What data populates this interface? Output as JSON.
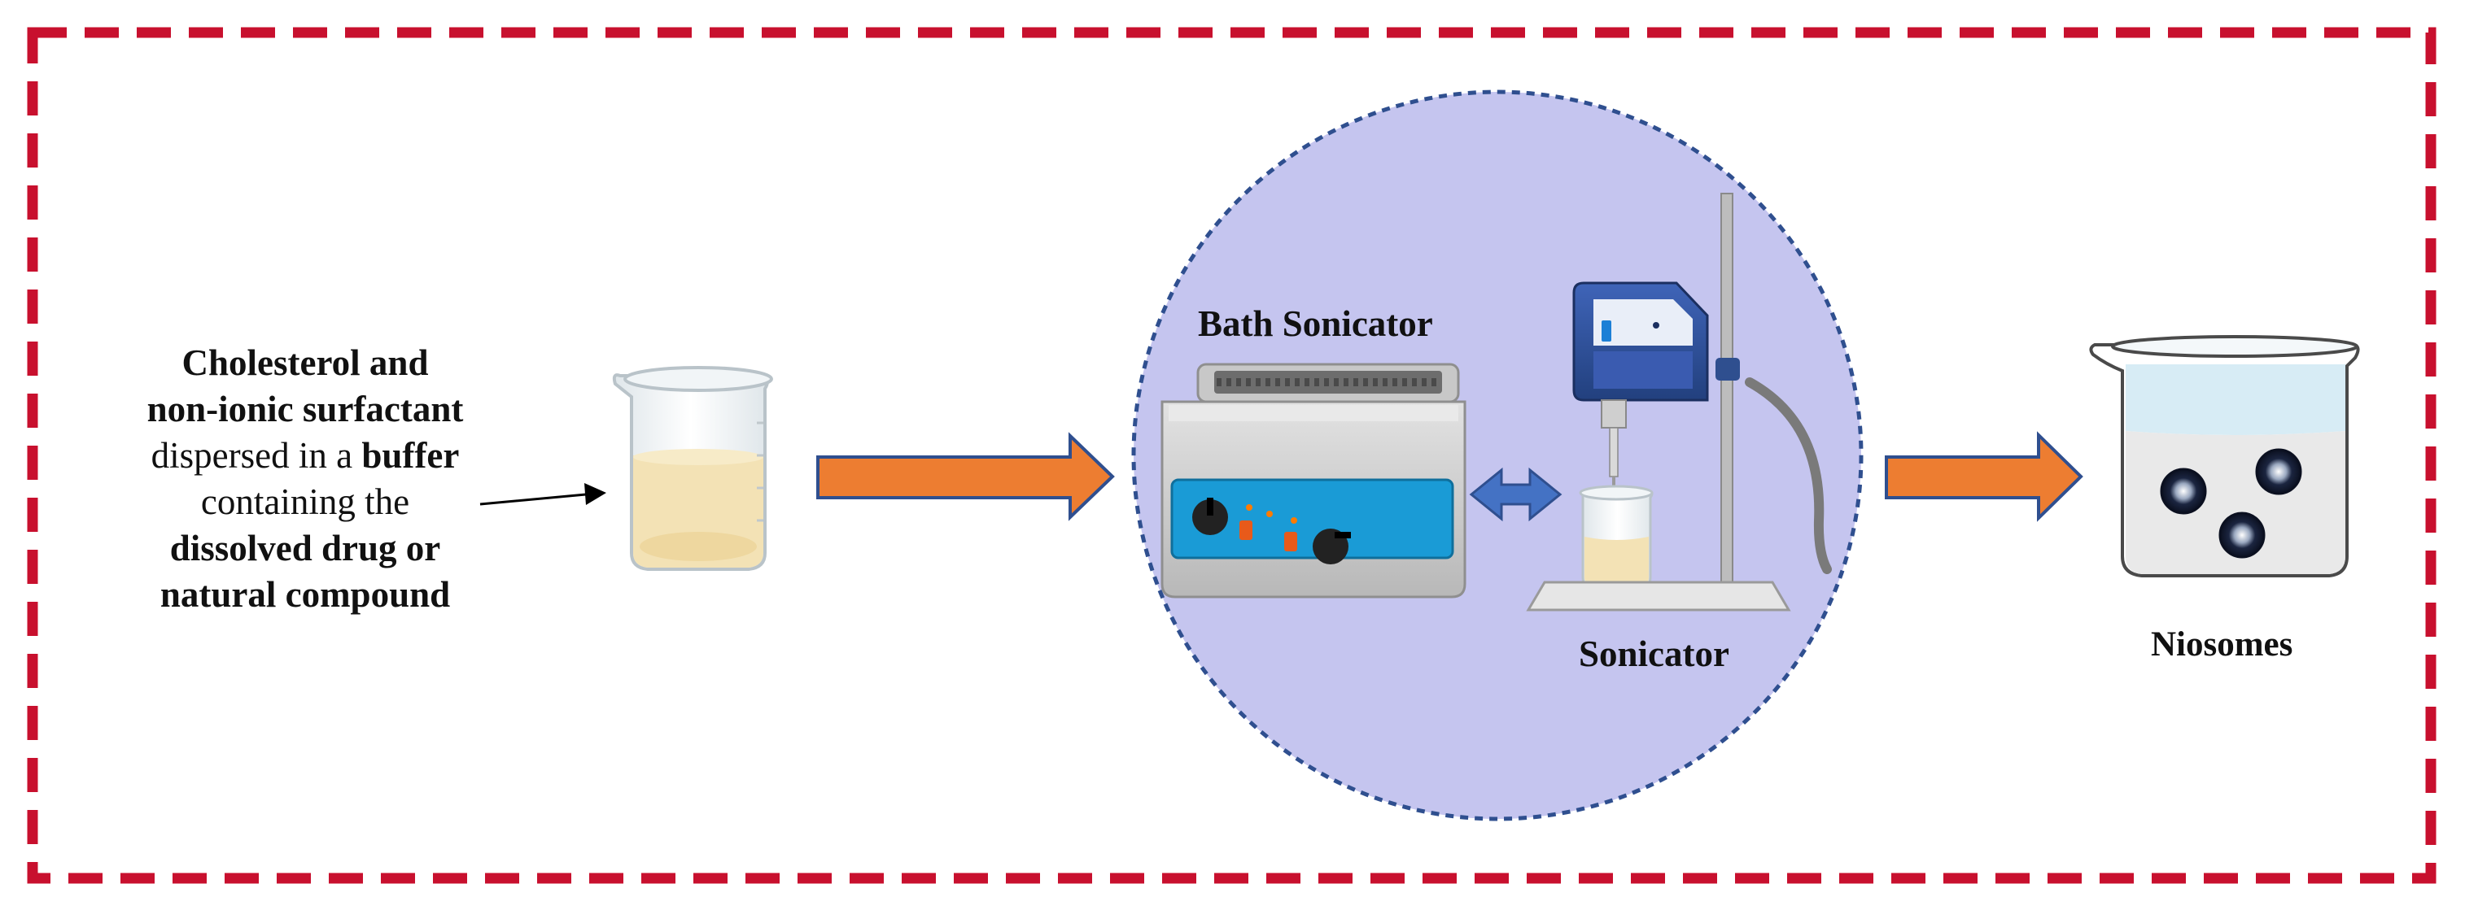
{
  "description": {
    "line1_bold": "Cholesterol and",
    "line2_bold": "non-ionic surfactant",
    "line3_pre": "dispersed in a ",
    "line3_bold": "buffer",
    "line4": "containing the",
    "line5_bold": "dissolved drug or",
    "line6_bold": "natural compound"
  },
  "labels": {
    "bath_sonicator": "Bath Sonicator",
    "sonicator": "Sonicator",
    "niosomes": "Niosomes"
  },
  "colors": {
    "frame_dashed": "#c8102e",
    "circle_fill": "#c5c5ef",
    "circle_border": "#2f4f8f",
    "orange_arrow": "#ed7d31",
    "blue_arrow": "#4472c4",
    "liquid": "#f3e2b5",
    "bath_panel": "#1a9bd6"
  },
  "icons": [
    "beaker-icon",
    "bath-sonicator-icon",
    "probe-sonicator-icon",
    "niosome-beaker-icon"
  ]
}
